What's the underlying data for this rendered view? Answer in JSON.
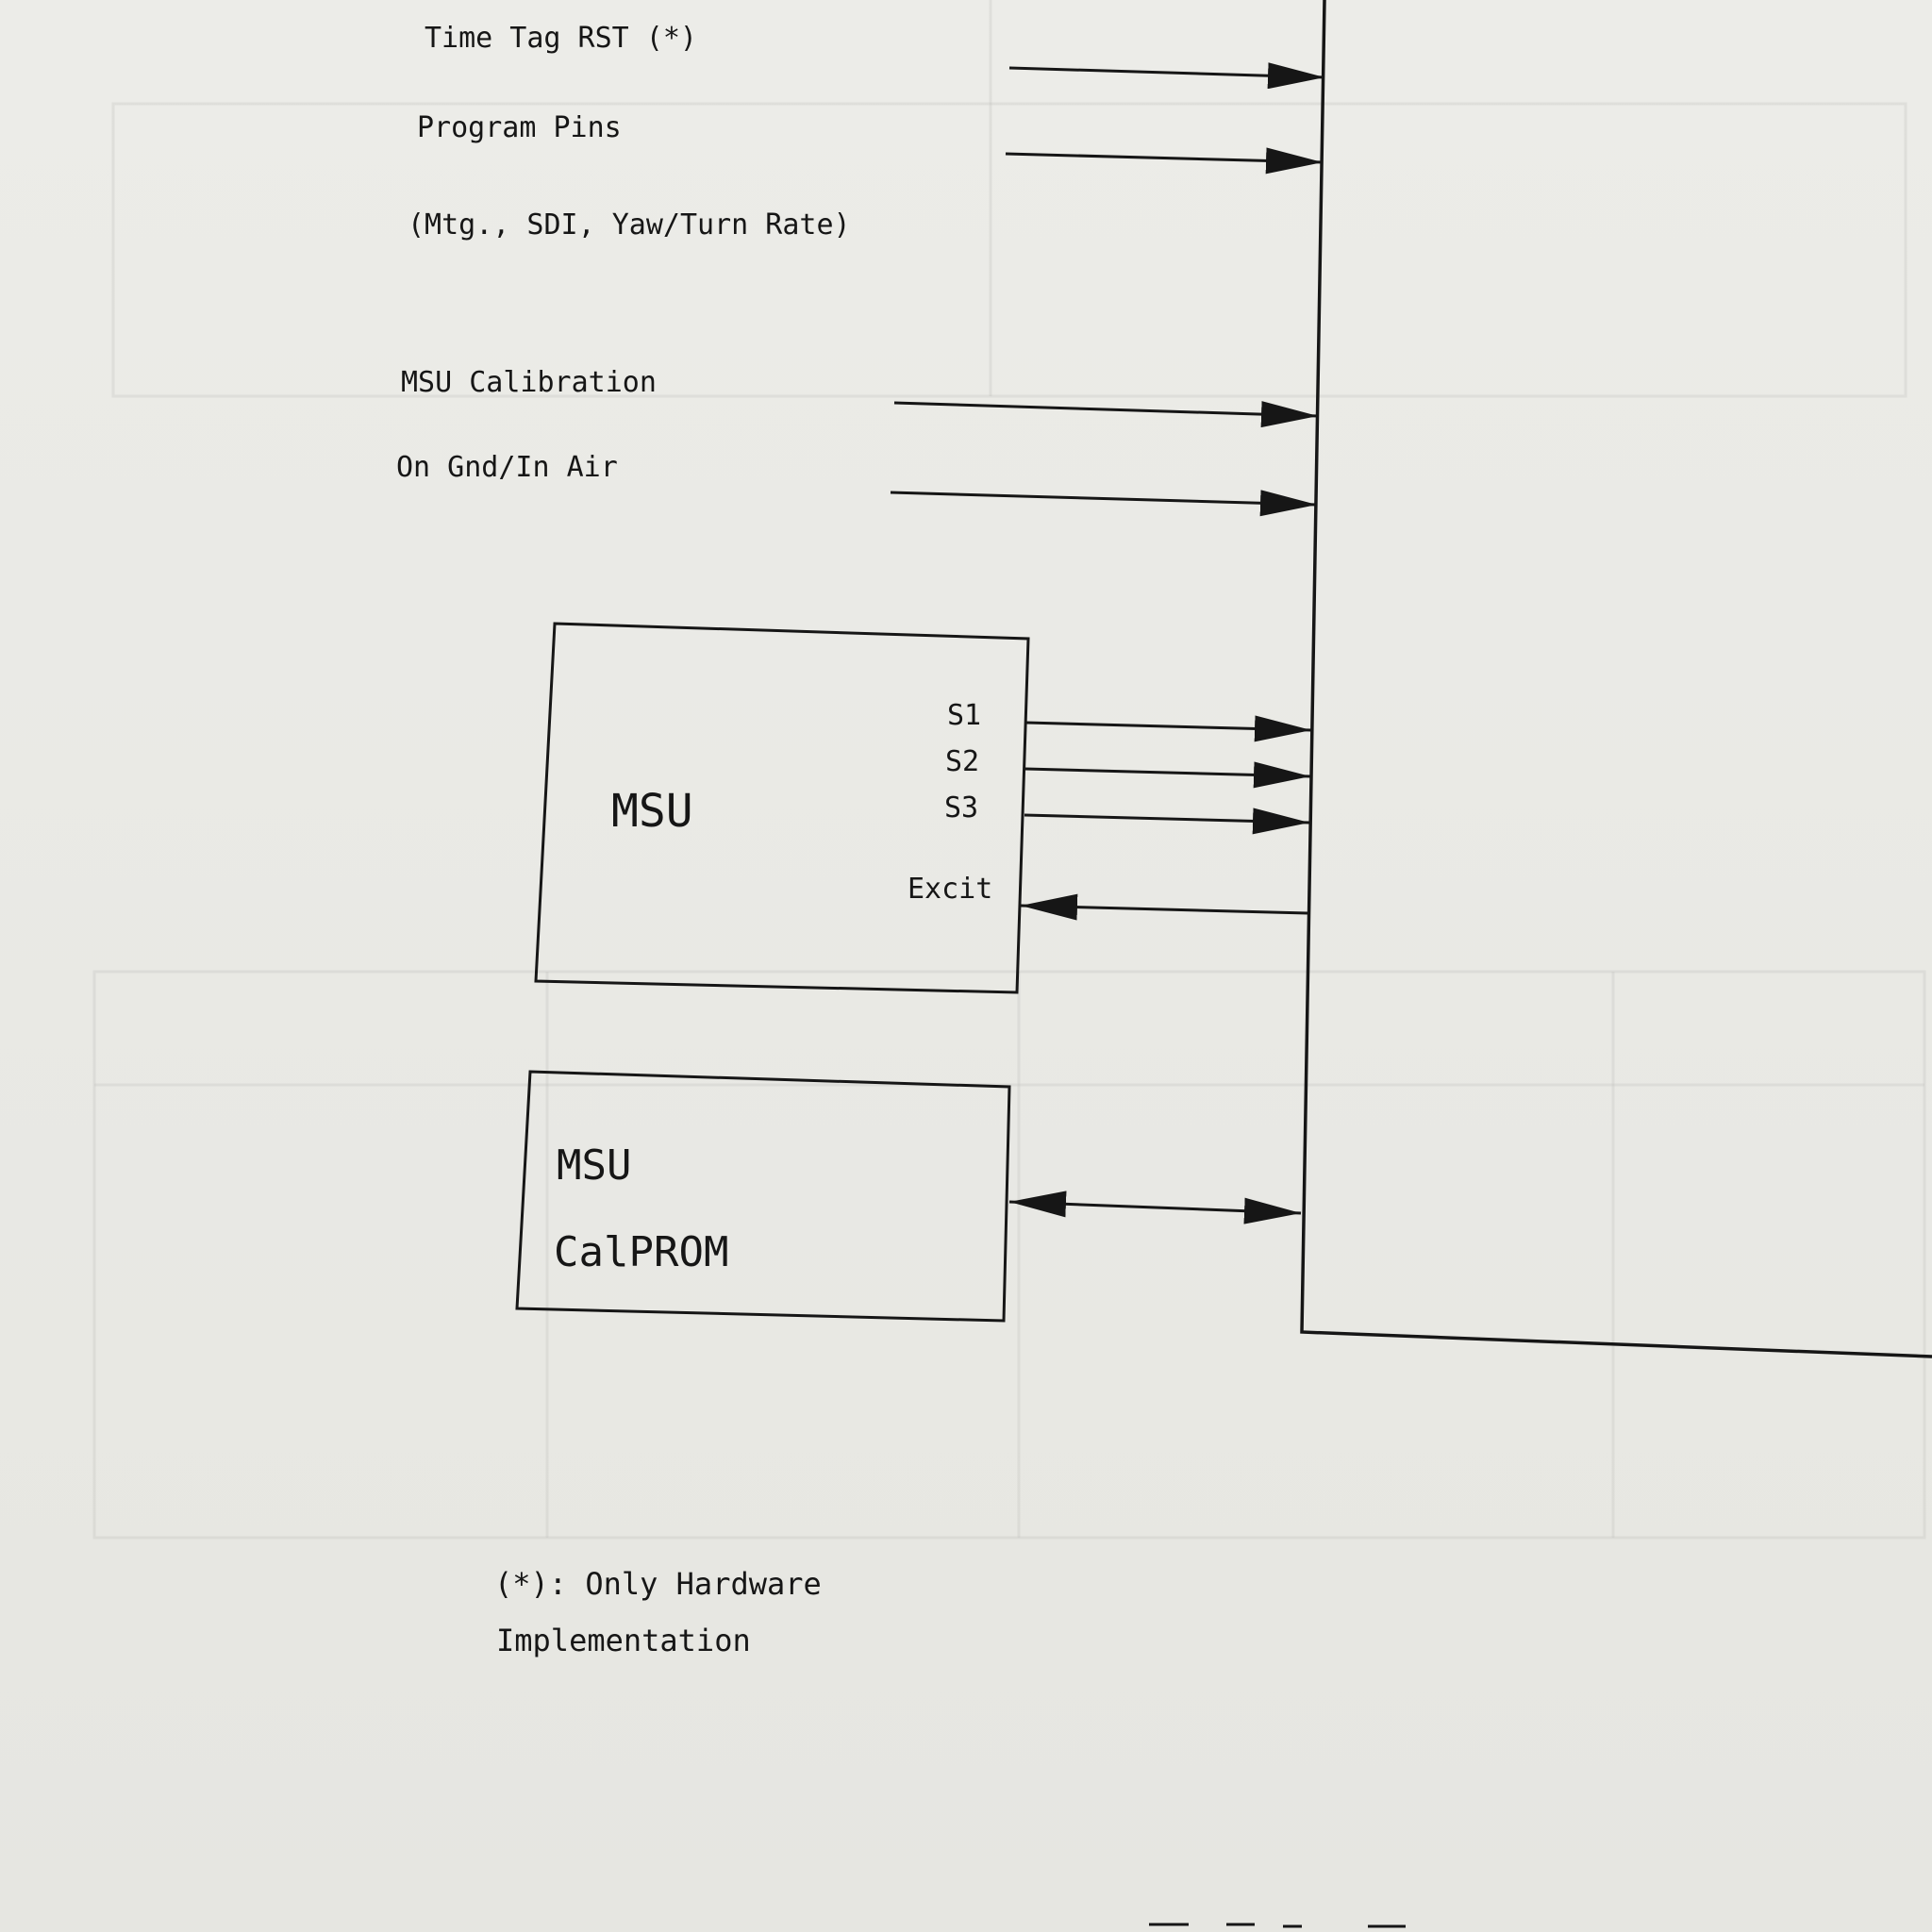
{
  "diagram": {
    "inputs": {
      "time_tag_rst": "Time Tag RST (*)",
      "program_pins": "Program Pins",
      "program_pins_note": "(Mtg., SDI, Yaw/Turn Rate)",
      "msu_calibration": "MSU Calibration",
      "on_gnd_in_air": "On Gnd/In Air"
    },
    "msu_block": {
      "title": "MSU",
      "ports": {
        "s1": "S1",
        "s2": "S2",
        "s3": "S3",
        "excit": "Excit"
      }
    },
    "calprom_block": {
      "line1": "MSU",
      "line2": "CalPROM"
    },
    "footnote": {
      "line1": "(*): Only Hardware",
      "line2": "Implementation"
    }
  }
}
